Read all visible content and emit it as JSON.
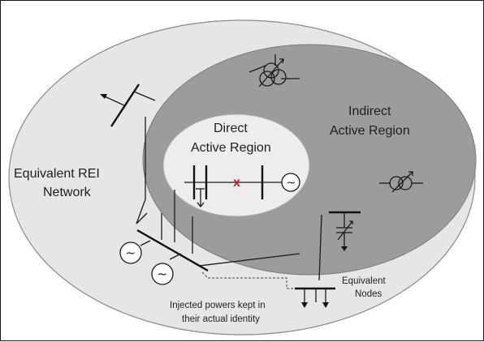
{
  "regions": {
    "outer_label_line1": "Equivalent REI",
    "outer_label_line2": "Network",
    "indirect_label_line1": "Indirect",
    "indirect_label_line2": "Active Region",
    "direct_label_line1": "Direct",
    "direct_label_line2": "Active Region"
  },
  "annotations": {
    "equivalent_nodes_line1": "Equivalent",
    "equivalent_nodes_line2": "Nodes",
    "injected_line1": "Injected powers kept in",
    "injected_line2": "their actual identity"
  },
  "symbols": {
    "fault_mark": "x",
    "generator_symbol": "~"
  },
  "colors": {
    "outer_fill": "#e6e6e6",
    "indirect_fill": "#9c9c9c",
    "direct_fill": "#ededed",
    "fault": "#cc1f1f"
  }
}
